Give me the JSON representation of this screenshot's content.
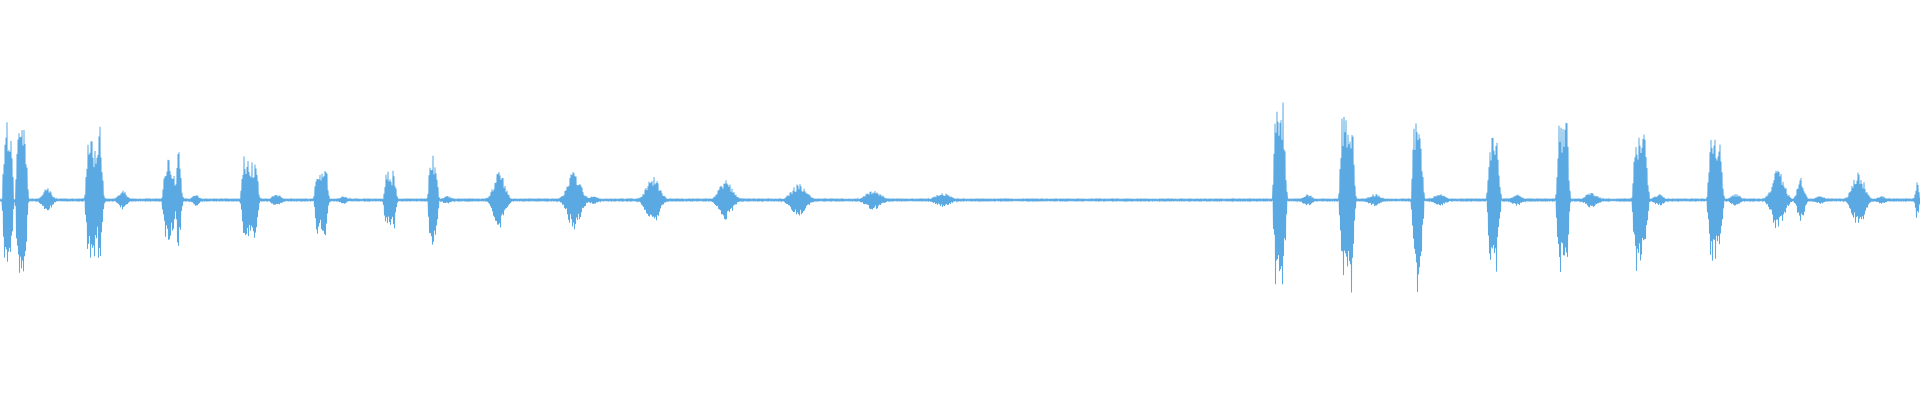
{
  "waveform": {
    "color": "#5aa9e2",
    "background": "#ffffff",
    "centerline_amplitude": 0.004,
    "bursts": [
      {
        "t": 0.0025,
        "a": 0.42,
        "w": 0.004,
        "shape": "sustain"
      },
      {
        "t": 0.0095,
        "a": 0.46,
        "w": 0.0045,
        "shape": "sustain"
      },
      {
        "t": 0.0245,
        "a": 0.06,
        "w": 0.004,
        "shape": "tail"
      },
      {
        "t": 0.046,
        "a": 0.32,
        "w": 0.0055,
        "shape": "sustain"
      },
      {
        "t": 0.052,
        "a": 0.38,
        "w": 0.002,
        "shape": "spike"
      },
      {
        "t": 0.064,
        "a": 0.05,
        "w": 0.0035,
        "shape": "tail"
      },
      {
        "t": 0.086,
        "a": 0.22,
        "w": 0.005,
        "shape": "sustain"
      },
      {
        "t": 0.093,
        "a": 0.26,
        "w": 0.002,
        "shape": "spike"
      },
      {
        "t": 0.102,
        "a": 0.03,
        "w": 0.003,
        "shape": "tail"
      },
      {
        "t": 0.127,
        "a": 0.23,
        "w": 0.0055,
        "shape": "sustain"
      },
      {
        "t": 0.133,
        "a": 0.26,
        "w": 0.002,
        "shape": "spike"
      },
      {
        "t": 0.144,
        "a": 0.03,
        "w": 0.004,
        "shape": "tail"
      },
      {
        "t": 0.165,
        "a": 0.18,
        "w": 0.005,
        "shape": "sustain"
      },
      {
        "t": 0.1695,
        "a": 0.2,
        "w": 0.0018,
        "shape": "spike"
      },
      {
        "t": 0.179,
        "a": 0.02,
        "w": 0.0035,
        "shape": "tail"
      },
      {
        "t": 0.201,
        "a": 0.15,
        "w": 0.0045,
        "shape": "sustain"
      },
      {
        "t": 0.205,
        "a": 0.17,
        "w": 0.0018,
        "shape": "spike"
      },
      {
        "t": 0.224,
        "a": 0.21,
        "w": 0.004,
        "shape": "sustain"
      },
      {
        "t": 0.2255,
        "a": 0.26,
        "w": 0.0015,
        "shape": "spike"
      },
      {
        "t": 0.233,
        "a": 0.02,
        "w": 0.004,
        "shape": "tail"
      },
      {
        "t": 0.26,
        "a": 0.15,
        "w": 0.005,
        "shape": "noisy"
      },
      {
        "t": 0.299,
        "a": 0.15,
        "w": 0.006,
        "shape": "noisy"
      },
      {
        "t": 0.309,
        "a": 0.02,
        "w": 0.004,
        "shape": "tail"
      },
      {
        "t": 0.34,
        "a": 0.12,
        "w": 0.006,
        "shape": "noisy"
      },
      {
        "t": 0.378,
        "a": 0.1,
        "w": 0.006,
        "shape": "noisy"
      },
      {
        "t": 0.416,
        "a": 0.08,
        "w": 0.007,
        "shape": "noisy"
      },
      {
        "t": 0.455,
        "a": 0.05,
        "w": 0.007,
        "shape": "noisy"
      },
      {
        "t": 0.491,
        "a": 0.035,
        "w": 0.007,
        "shape": "noisy"
      },
      {
        "t": 0.6645,
        "a": 0.52,
        "w": 0.005,
        "shape": "sustain"
      },
      {
        "t": 0.668,
        "a": 0.58,
        "w": 0.0015,
        "shape": "spike"
      },
      {
        "t": 0.681,
        "a": 0.03,
        "w": 0.004,
        "shape": "tail"
      },
      {
        "t": 0.699,
        "a": 0.44,
        "w": 0.005,
        "shape": "sustain"
      },
      {
        "t": 0.704,
        "a": 0.5,
        "w": 0.0018,
        "shape": "spike"
      },
      {
        "t": 0.716,
        "a": 0.03,
        "w": 0.005,
        "shape": "tail"
      },
      {
        "t": 0.7365,
        "a": 0.42,
        "w": 0.0045,
        "shape": "sustain"
      },
      {
        "t": 0.7385,
        "a": 0.48,
        "w": 0.0015,
        "shape": "spike"
      },
      {
        "t": 0.75,
        "a": 0.03,
        "w": 0.005,
        "shape": "tail"
      },
      {
        "t": 0.776,
        "a": 0.34,
        "w": 0.005,
        "shape": "sustain"
      },
      {
        "t": 0.7795,
        "a": 0.4,
        "w": 0.0015,
        "shape": "spike"
      },
      {
        "t": 0.79,
        "a": 0.03,
        "w": 0.004,
        "shape": "tail"
      },
      {
        "t": 0.812,
        "a": 0.4,
        "w": 0.005,
        "shape": "sustain"
      },
      {
        "t": 0.816,
        "a": 0.44,
        "w": 0.0015,
        "shape": "spike"
      },
      {
        "t": 0.829,
        "a": 0.04,
        "w": 0.005,
        "shape": "tail"
      },
      {
        "t": 0.852,
        "a": 0.38,
        "w": 0.006,
        "shape": "sustain"
      },
      {
        "t": 0.864,
        "a": 0.03,
        "w": 0.004,
        "shape": "tail"
      },
      {
        "t": 0.891,
        "a": 0.34,
        "w": 0.006,
        "shape": "sustain"
      },
      {
        "t": 0.904,
        "a": 0.03,
        "w": 0.004,
        "shape": "tail"
      },
      {
        "t": 0.926,
        "a": 0.16,
        "w": 0.0055,
        "shape": "noisy"
      },
      {
        "t": 0.938,
        "a": 0.12,
        "w": 0.003,
        "shape": "noisy"
      },
      {
        "t": 0.948,
        "a": 0.02,
        "w": 0.004,
        "shape": "tail"
      },
      {
        "t": 0.968,
        "a": 0.14,
        "w": 0.0055,
        "shape": "noisy"
      },
      {
        "t": 0.98,
        "a": 0.02,
        "w": 0.004,
        "shape": "tail"
      },
      {
        "t": 0.9985,
        "a": 0.1,
        "w": 0.0015,
        "shape": "spike"
      }
    ]
  }
}
